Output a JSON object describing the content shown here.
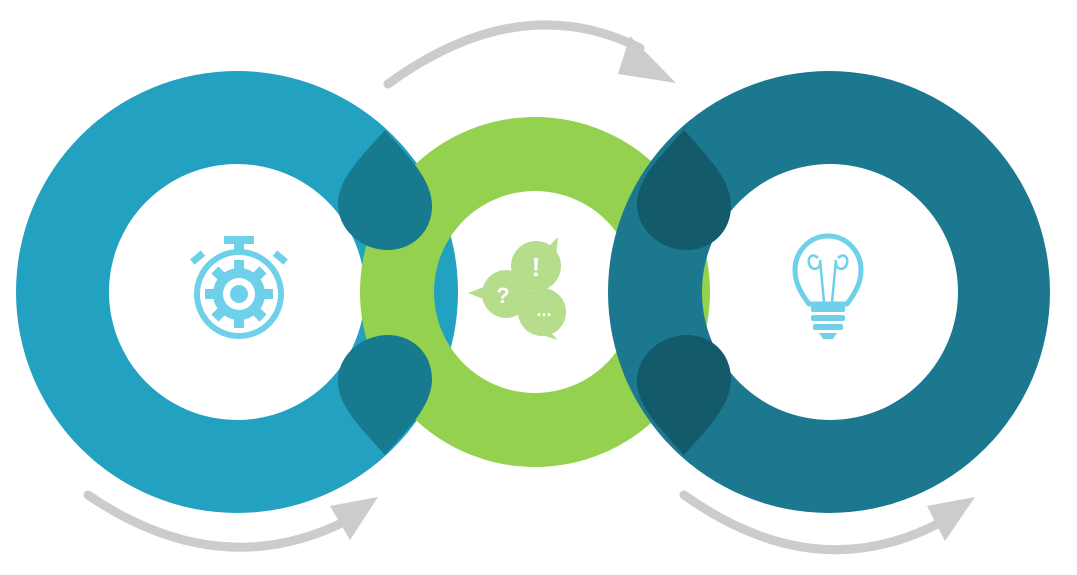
{
  "diagram": {
    "type": "interlocking-cycle",
    "rings": [
      {
        "id": "ring-left",
        "color": "#22a1c0",
        "icon": "stopwatch-gear-icon",
        "icon_color": "#6fd0ea"
      },
      {
        "id": "ring-center",
        "color": "#93d14f",
        "icon": "speech-bubbles-icon",
        "icon_color": "#b6dd8c"
      },
      {
        "id": "ring-right",
        "color": "#1b788f",
        "icon": "light-bulb-icon",
        "icon_color": "#6fd0ea"
      }
    ],
    "overlap_colors": {
      "left_center": "#177a8f",
      "center_right": "#135a6b"
    },
    "arrow_color": "#cccccc",
    "arrows": [
      {
        "id": "arrow-top",
        "direction": "left-to-right"
      },
      {
        "id": "arrow-bottom-left",
        "direction": "left-to-right"
      },
      {
        "id": "arrow-bottom-right",
        "direction": "left-to-right"
      }
    ],
    "bubble_glyphs": {
      "question": "?",
      "exclamation": "!",
      "ellipsis": "..."
    }
  }
}
